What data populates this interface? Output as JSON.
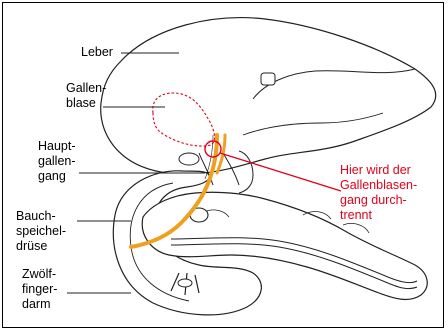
{
  "labels": {
    "liver": "Leber",
    "gallbladder_1": "Gallen-",
    "gallbladder_2": "blase",
    "bile_duct_1": "Haupt-",
    "bile_duct_2": "gallen-",
    "bile_duct_3": "gang",
    "pancreas_1": "Bauch-",
    "pancreas_2": "speichel-",
    "pancreas_3": "drüse",
    "duodenum_1": "Zwölf-",
    "duodenum_2": "finger-",
    "duodenum_3": "darm",
    "cut_1": "Hier wird der",
    "cut_2": "Gallenblasen-",
    "cut_3": "gang durch-",
    "cut_4": "trennt"
  },
  "colors": {
    "annotation_red": "#e2001a",
    "bile_duct_orange": "#f0a020",
    "organ_fill": "#ffffff",
    "outline": "#222222"
  }
}
